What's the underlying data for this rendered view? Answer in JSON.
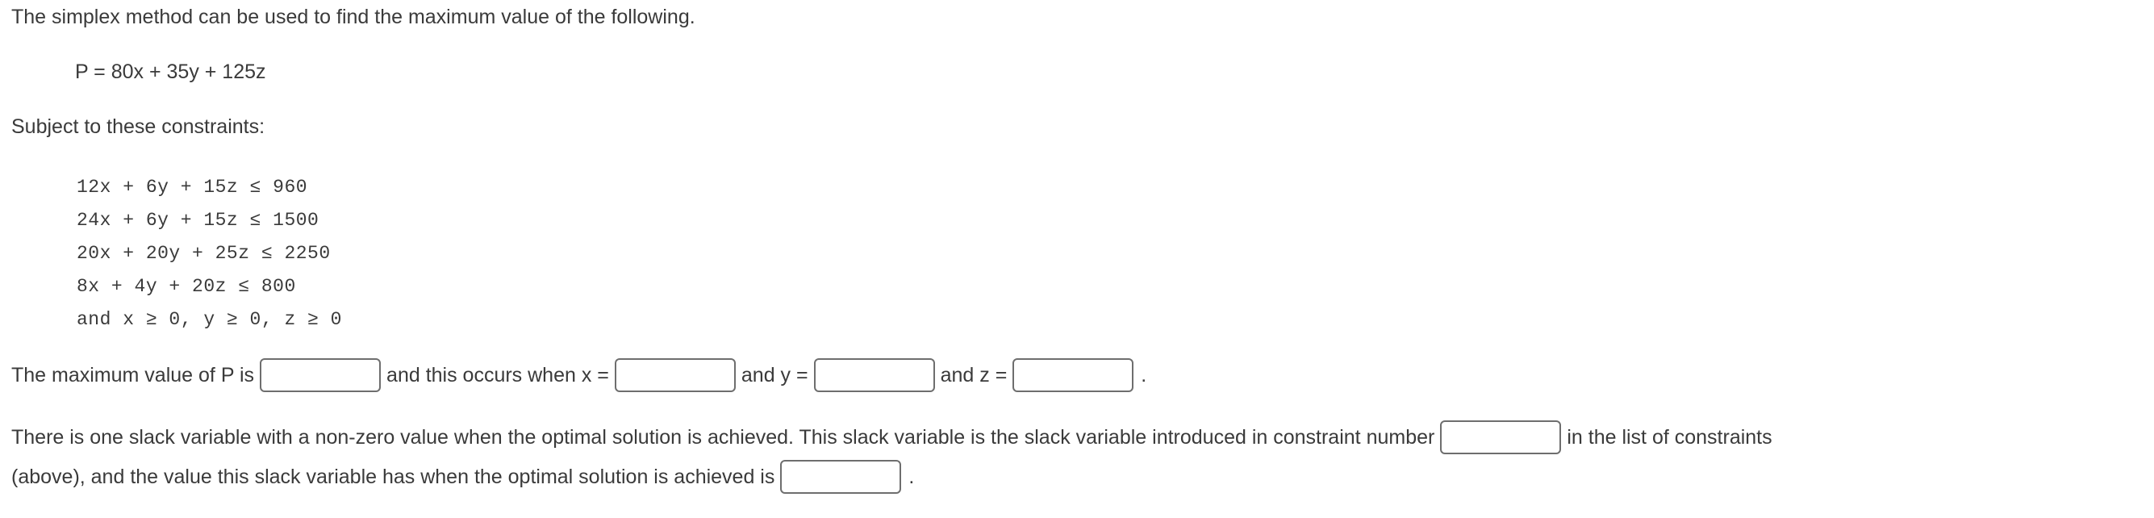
{
  "problem": {
    "intro": "The simplex method can be used to find the maximum value of the following.",
    "objective": "P = 80x + 35y + 125z",
    "subject_label": "Subject to these constraints:",
    "constraints": [
      "12x + 6y + 15z ≤ 960",
      "24x + 6y + 15z ≤ 1500",
      "20x + 20y + 25z ≤ 2250",
      "8x + 4y + 20z ≤ 800",
      "and x ≥ 0, y ≥ 0, z ≥ 0"
    ]
  },
  "answer_row": {
    "lead_text": "The maximum value of P is",
    "p_value": "",
    "x_label": "and this occurs when x =",
    "x_value": "",
    "y_label": "and y =",
    "y_value": "",
    "z_label": "and z =",
    "z_value": "",
    "period": "."
  },
  "slack": {
    "line1_before": "There is one slack variable with a non-zero value when the optimal solution is achieved. This slack variable is the slack variable introduced in constraint number",
    "constraint_number_value": "",
    "line1_after": "in the list of constraints",
    "line2_before": "(above), and the value this slack variable has when the optimal solution is achieved is",
    "slack_value": "",
    "period": "."
  },
  "colors": {
    "text": "#3a3a3a",
    "box_border": "#6e6e6e",
    "background": "#ffffff"
  }
}
